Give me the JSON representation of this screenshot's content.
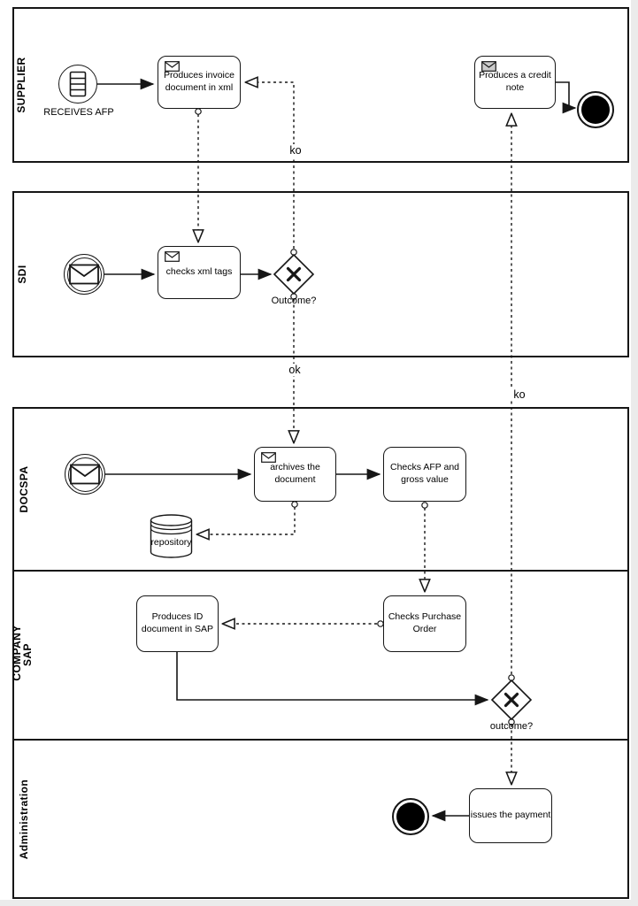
{
  "colors": {
    "stroke": "#161616",
    "shape_fill": "#ffffff",
    "envelope_fill_receive": "#cccccc",
    "page_edge": "#ebebeb"
  },
  "pools": [
    {
      "label": "SUPPLIER"
    },
    {
      "label": "SDI"
    },
    {
      "label": "COMPANY",
      "lanes": [
        {
          "label": "DOCSPA"
        },
        {
          "label": "SAP"
        },
        {
          "label": "Administration"
        }
      ]
    }
  ],
  "nodes": {
    "receives_afp": {
      "label": "RECEIVES AFP"
    },
    "produces_invoice": {
      "label": "Produces invoice\ndocument in xml"
    },
    "produces_credit_note": {
      "label": "Produces a credit\nnote"
    },
    "checks_xml_tags": {
      "label": "checks xml tags"
    },
    "outcome_sdi": {
      "label": "Outcome?"
    },
    "archives_document": {
      "label": "archives the\ndocument"
    },
    "checks_afp": {
      "label": "Checks AFP and\ngross value"
    },
    "repository": {
      "label": "repository"
    },
    "produces_id": {
      "label": "Produces ID\ndocument in SAP"
    },
    "checks_purchase": {
      "label": "Checks Purchase\nOrder"
    },
    "outcome_sap": {
      "label": "outcome?"
    },
    "issues_payment": {
      "label": "issues the payment"
    }
  },
  "edge_labels": {
    "ko_supplier": "ko",
    "ok_docspa": "ok",
    "ko_credit": "ko"
  }
}
